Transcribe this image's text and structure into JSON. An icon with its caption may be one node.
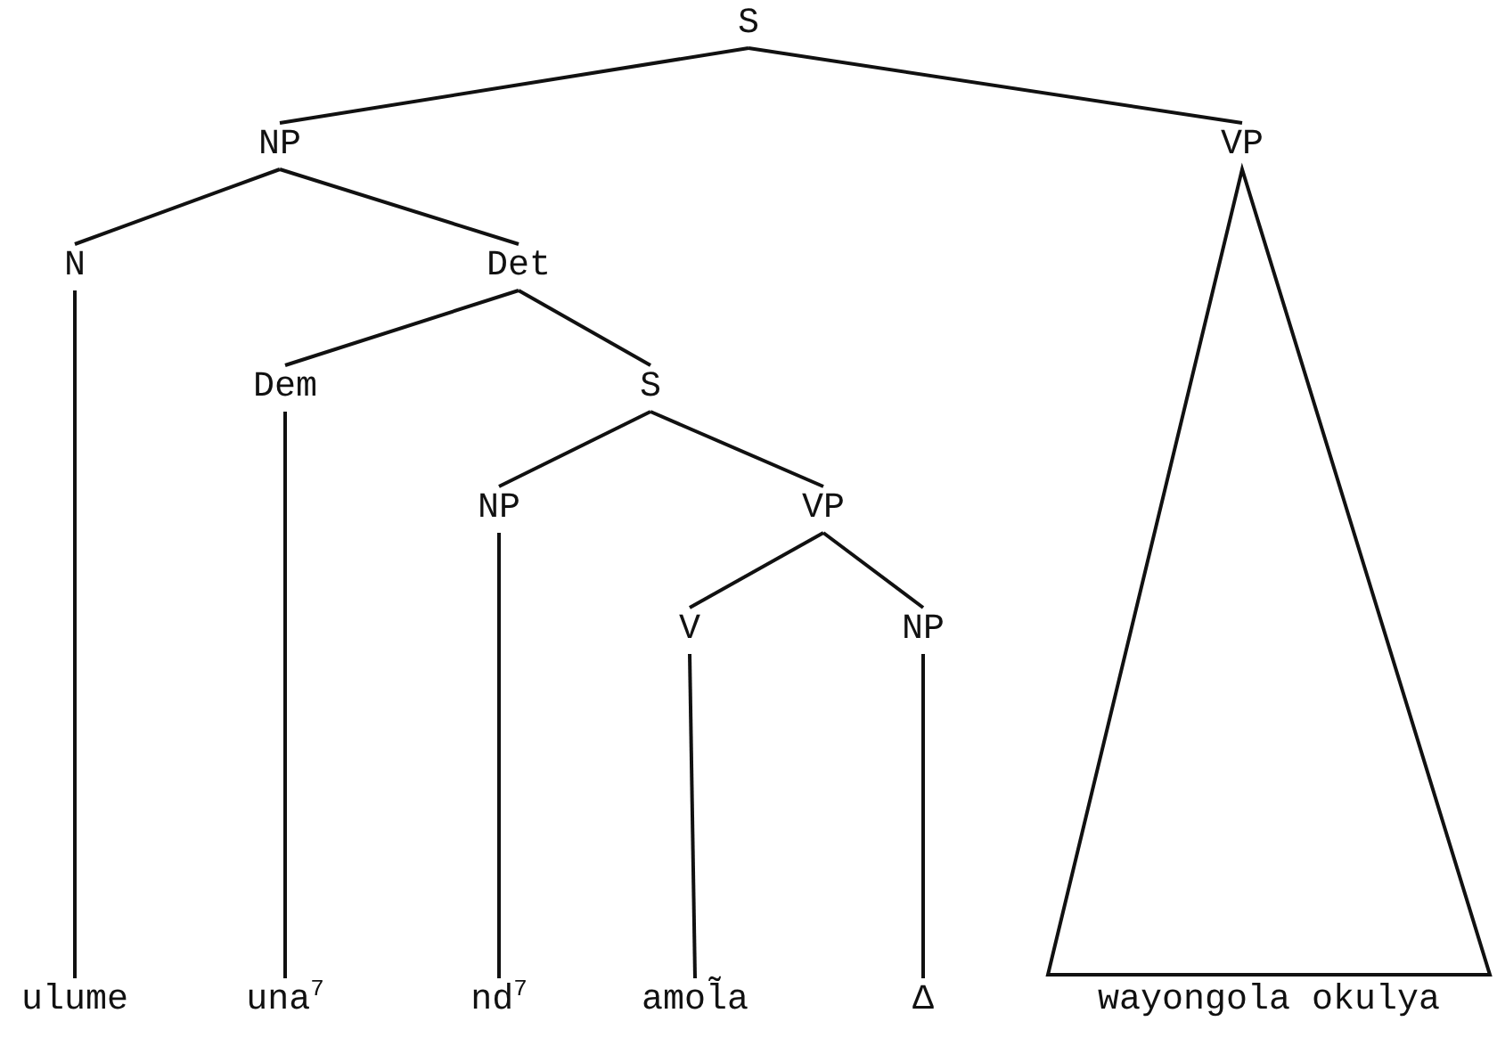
{
  "diagram": {
    "nodes": [
      {
        "text": [
          "S"
        ]
      },
      {
        "text": [
          "NP"
        ]
      },
      {
        "text": [
          "VP"
        ]
      },
      {
        "text": [
          "N"
        ]
      },
      {
        "text": [
          "Det"
        ]
      },
      {
        "text": [
          "Dem"
        ]
      },
      {
        "text": [
          "S"
        ]
      },
      {
        "text": [
          "NP"
        ]
      },
      {
        "text": [
          "VP"
        ]
      },
      {
        "text": [
          "V"
        ]
      },
      {
        "text": [
          "NP"
        ]
      },
      {
        "text": [
          "ulume"
        ]
      },
      {
        "text": [
          "una$^{7}$"
        ]
      },
      {
        "text": [
          "nd$^{7}$"
        ]
      },
      {
        "text": [
          "amol̃a"
        ]
      },
      {
        "text": [
          "Δ"
        ]
      },
      {
        "text": [
          "wayongola okulya"
        ]
      }
    ],
    "edges": [
      {
        "from": 0,
        "to": 1,
        "arrow": "none"
      },
      {
        "from": 0,
        "to": 2,
        "arrow": "none"
      },
      {
        "from": 1,
        "to": 3,
        "arrow": "none"
      },
      {
        "from": 1,
        "to": 4,
        "arrow": "none"
      },
      {
        "from": 4,
        "to": 5,
        "arrow": "none"
      },
      {
        "from": 4,
        "to": 6,
        "arrow": "none"
      },
      {
        "from": 6,
        "to": 7,
        "arrow": "none"
      },
      {
        "from": 6,
        "to": 8,
        "arrow": "none"
      },
      {
        "from": 8,
        "to": 9,
        "arrow": "none"
      },
      {
        "from": 8,
        "to": 10,
        "arrow": "none"
      },
      {
        "from": 3,
        "to": 11,
        "arrow": "none"
      },
      {
        "from": 5,
        "to": 12,
        "arrow": "none"
      },
      {
        "from": 7,
        "to": 13,
        "arrow": "none"
      },
      {
        "from": 9,
        "to": 14,
        "arrow": "none"
      },
      {
        "from": 10,
        "to": 15,
        "arrow": "none"
      },
      {
        "from": 2,
        "to": 16,
        "arrow": "none"
      }
    ]
  }
}
